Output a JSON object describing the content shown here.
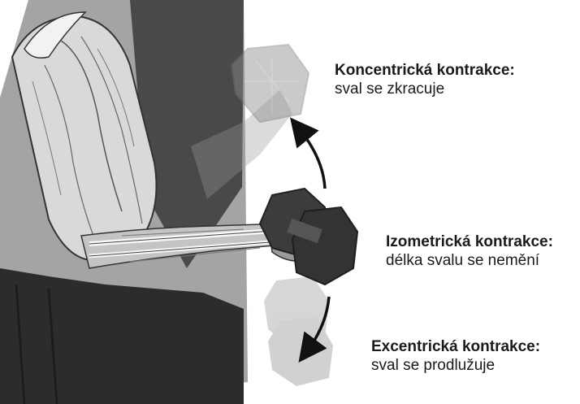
{
  "labels": {
    "concentric": {
      "title": "Koncentrická kontrakce:",
      "desc": "sval se zkracuje"
    },
    "isometric": {
      "title": "Izometrická kontrakce:",
      "desc": "délka svalu se nemění"
    },
    "eccentric": {
      "title": "Excentrická kontrakce:",
      "desc": "sval se prodlužuje"
    }
  },
  "colors": {
    "shirt": "#3d3d3d",
    "shirt_dark": "#2a2a2a",
    "skin": "#8a8a8a",
    "muscle": "#b9b9b9",
    "bone": "#f4f4f4",
    "dumbbell": "#3a3a3a",
    "arrow": "#111111"
  }
}
